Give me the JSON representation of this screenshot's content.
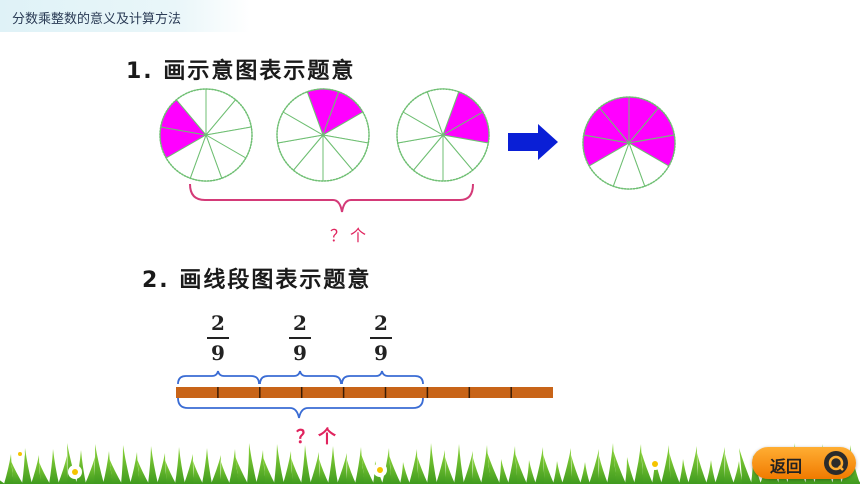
{
  "header": {
    "title": "分数乘整数的意义及计算方法"
  },
  "section1": {
    "heading": "1. 画示意图表示题意",
    "question": "？个"
  },
  "section2": {
    "heading": "2. 画线段图表示题意",
    "fractions": [
      {
        "numerator": "2",
        "denominator": "9"
      },
      {
        "numerator": "2",
        "denominator": "9"
      },
      {
        "numerator": "2",
        "denominator": "9"
      }
    ],
    "question": "？个"
  },
  "footer": {
    "back_label": "返回"
  },
  "colors": {
    "magenta": "#ff00ff",
    "circle_stroke": "#6fbf73",
    "arrow": "#0a1fd6",
    "bar": "#c86418",
    "brace": "#d43a78",
    "segment_brace": "#3a6cd4"
  }
}
